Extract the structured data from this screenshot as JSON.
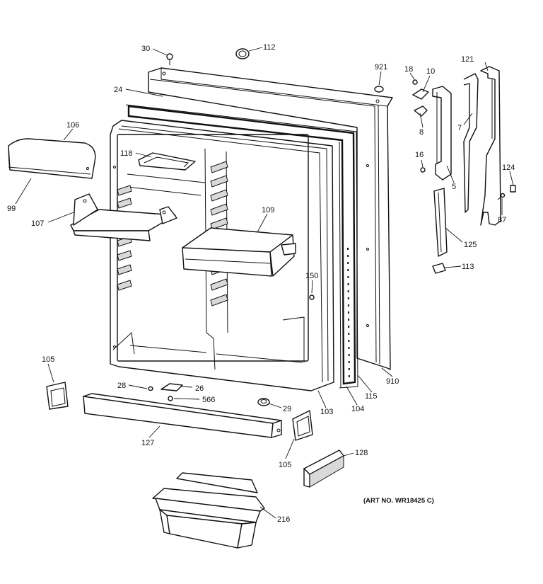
{
  "diagram": {
    "art_number": "(ART NO. WR18425 C)",
    "callouts": {
      "c30": "30",
      "c112": "112",
      "c24": "24",
      "c921": "921",
      "c18": "18",
      "c10": "10",
      "c121": "121",
      "c8": "8",
      "c7": "7",
      "c16": "16",
      "c5": "5",
      "c124": "124",
      "c87": "87",
      "c125": "125",
      "c113": "113",
      "c106": "106",
      "c118": "118",
      "c99": "99",
      "c107": "107",
      "c109": "109",
      "c150": "150",
      "c105a": "105",
      "c28": "28",
      "c26": "26",
      "c566": "566",
      "c29": "29",
      "c103": "103",
      "c104": "104",
      "c115": "115",
      "c910": "910",
      "c127": "127",
      "c105b": "105",
      "c128": "128",
      "c216": "216"
    }
  }
}
